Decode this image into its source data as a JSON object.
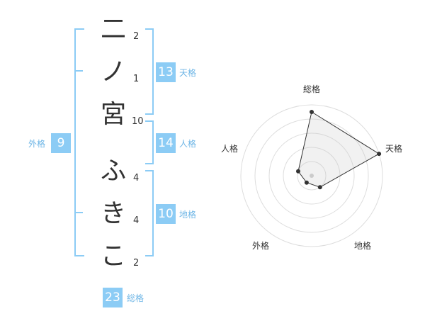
{
  "name_chars": [
    {
      "char": "二",
      "strokes": "2"
    },
    {
      "char": "ノ",
      "strokes": "1"
    },
    {
      "char": "宮",
      "strokes": "10"
    },
    {
      "char": "ふ",
      "strokes": "4"
    },
    {
      "char": "き",
      "strokes": "4"
    },
    {
      "char": "こ",
      "strokes": "2"
    }
  ],
  "kaku": {
    "tenkaku": {
      "value": "13",
      "label": "天格"
    },
    "jinkaku": {
      "value": "14",
      "label": "人格"
    },
    "chikaku": {
      "value": "10",
      "label": "地格"
    },
    "gaikaku": {
      "value": "9",
      "label": "外格"
    },
    "soukaku": {
      "value": "23",
      "label": "総格"
    }
  },
  "colors": {
    "accent": "#8cccf5",
    "accent_text": "#6fb6e6"
  },
  "chart_data": {
    "type": "radar",
    "axes": [
      "総格",
      "天格",
      "地格",
      "外格",
      "人格"
    ],
    "values": [
      4.5,
      5,
      1,
      0.6,
      1
    ],
    "range": [
      0,
      5
    ],
    "rings": 5,
    "grid": true
  }
}
